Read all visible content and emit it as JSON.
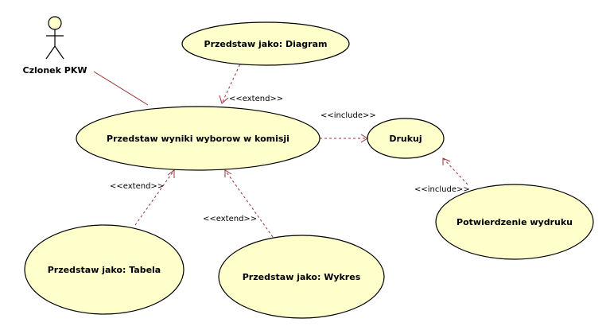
{
  "actor": {
    "label": "Czlonek PKW"
  },
  "use_cases": {
    "main": "Przedstaw wyniki wyborow w komisji",
    "diagram": "Przedstaw jako: Diagram",
    "tabela": "Przedstaw jako: Tabela",
    "wykres": "Przedstaw jako: Wykres",
    "drukuj": "Drukuj",
    "potwierdzenie": "Potwierdzenie wydruku"
  },
  "relations": {
    "extend_diagram": "<<extend>>",
    "extend_tabela": "<<extend>>",
    "extend_wykres": "<<extend>>",
    "include_drukuj": "<<include>>",
    "include_potwierdzenie": "<<include>>"
  },
  "colors": {
    "use_case_fill": "#ffffcc",
    "relation_line": "#993333",
    "outline": "#000000"
  }
}
